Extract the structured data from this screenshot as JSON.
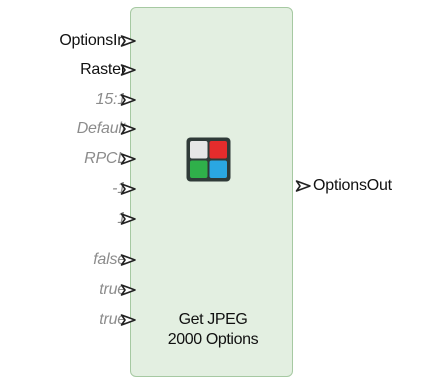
{
  "node": {
    "title_line1": "Get JPEG",
    "title_line2": "2000 Options",
    "icon": "four-color-grid-icon"
  },
  "inputs": [
    {
      "label": "OptionsIn",
      "style": "connected"
    },
    {
      "label": "Raster",
      "style": "connected"
    },
    {
      "label": "15:1",
      "style": "default"
    },
    {
      "label": "Default",
      "style": "default"
    },
    {
      "label": "RPCL",
      "style": "default"
    },
    {
      "label": "-1",
      "style": "default"
    },
    {
      "label": "1",
      "style": "default"
    },
    {
      "label": "false",
      "style": "default"
    },
    {
      "label": "true",
      "style": "default"
    },
    {
      "label": "true",
      "style": "default"
    }
  ],
  "outputs": [
    {
      "label": "OptionsOut"
    }
  ],
  "colors": {
    "node_fill": "#e3efe1",
    "node_border": "#a6c9a2",
    "icon_tile_tl": "#e6e6e6",
    "icon_tile_tr": "#e42c2c",
    "icon_tile_bl": "#2fb04a",
    "icon_tile_br": "#2aa7e2",
    "default_value_text": "#8c8c8c"
  }
}
